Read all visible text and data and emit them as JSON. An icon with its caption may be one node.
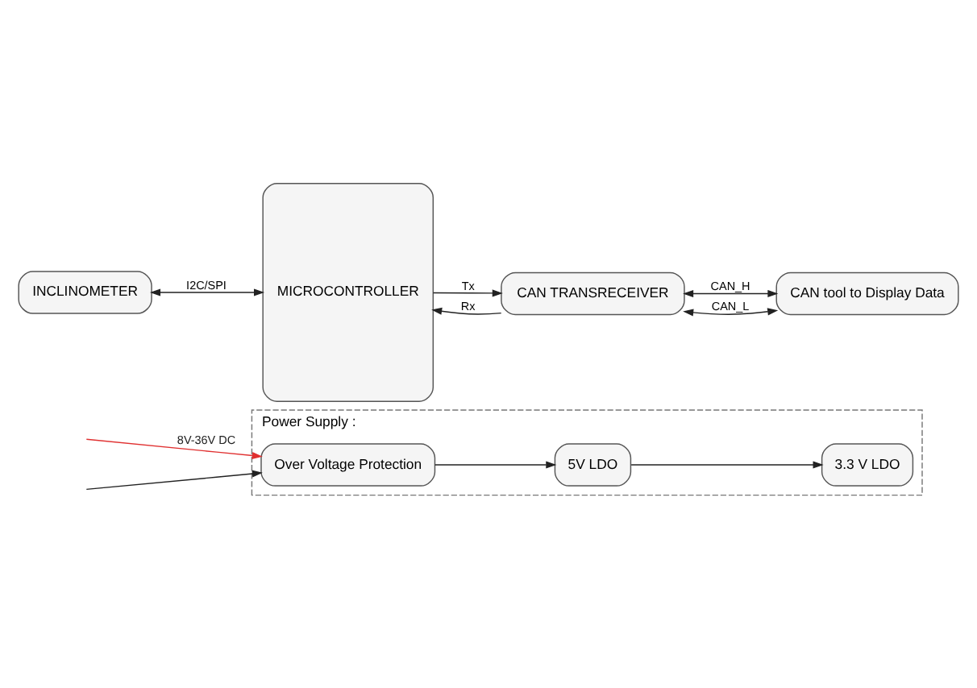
{
  "diagram": {
    "nodes": [
      {
        "text": [
          "Power Supply :"
        ]
      },
      {
        "text": [
          "Over Voltage Protection"
        ],
        "in": 0
      },
      {
        "text": [
          "5V LDO"
        ],
        "in": 0
      },
      {
        "text": [
          "3.3 V LDO"
        ],
        "in": 0
      },
      {
        "text": [
          "INCLINOMETER"
        ]
      },
      {
        "text": [
          "MICROCONTROLLER"
        ]
      },
      {
        "text": [
          "CAN TRANSRECEIVER"
        ]
      },
      {
        "text": [
          "CAN tool to Display Data"
        ]
      }
    ],
    "edges": [
      {
        "from": null,
        "to": 1,
        "arrow": "to",
        "label": "8V-36V DC",
        "color": "#e03030"
      },
      {
        "from": null,
        "to": 1,
        "arrow": "to"
      },
      {
        "from": 1,
        "to": 2,
        "arrow": "to"
      },
      {
        "from": 2,
        "to": 3,
        "arrow": "to"
      },
      {
        "from": 4,
        "to": 5,
        "arrow": "both",
        "label": "I2C/SPI"
      },
      {
        "from": 5,
        "to": 6,
        "arrow": "to",
        "label": "Tx"
      },
      {
        "from": 6,
        "to": 5,
        "arrow": "to",
        "label": "Rx"
      },
      {
        "from": 6,
        "to": 7,
        "arrow": "both",
        "label": "CAN_H"
      },
      {
        "from": 6,
        "to": 7,
        "arrow": "both",
        "label": "CAN_L"
      }
    ]
  }
}
